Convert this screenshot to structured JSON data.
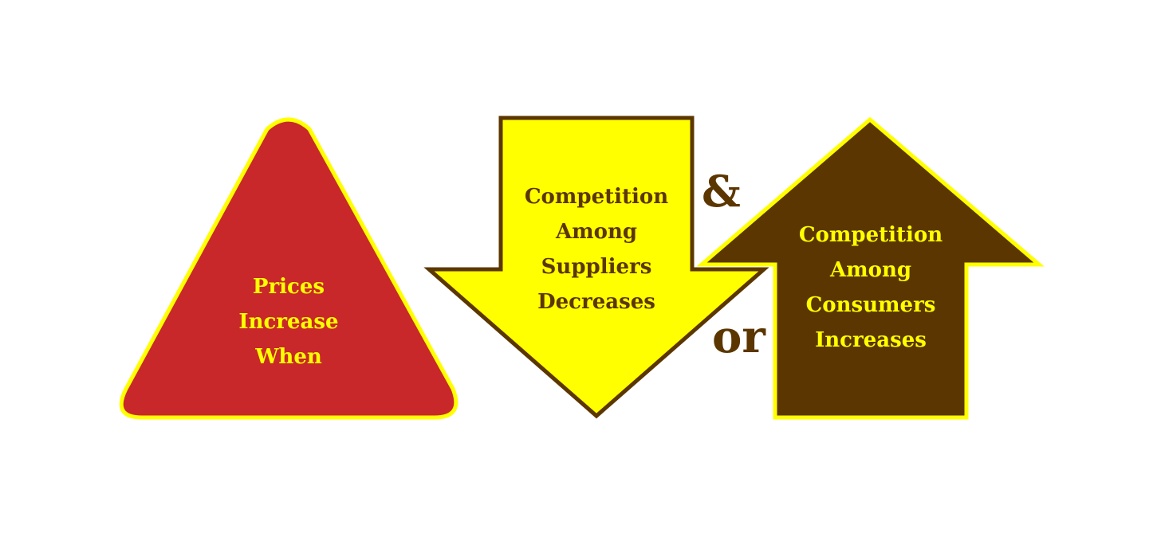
{
  "colors": {
    "triangle_fill": "#c8282a",
    "triangle_stroke": "#ffff00",
    "down_arrow_fill": "#ffff00",
    "down_arrow_stroke": "#5c3600",
    "up_arrow_fill": "#5c3600",
    "up_arrow_stroke": "#ffff00",
    "conjunction": "#5c3600"
  },
  "triangle": {
    "lines": [
      "Prices",
      "Increase",
      "When"
    ]
  },
  "down_arrow": {
    "lines": [
      "Competition",
      "Among",
      "Suppliers",
      "Decreases"
    ]
  },
  "up_arrow": {
    "lines": [
      "Competition",
      "Among",
      "Consumers",
      "Increases"
    ]
  },
  "conjunctions": {
    "and": "&",
    "or": "or"
  }
}
